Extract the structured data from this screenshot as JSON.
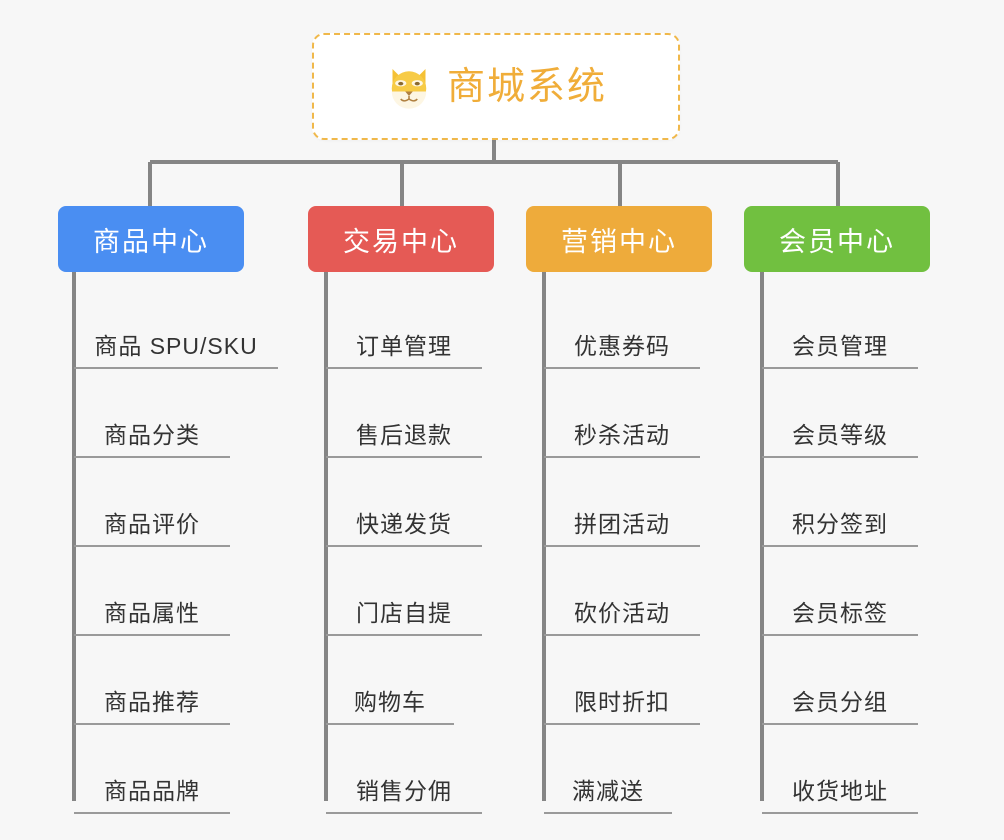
{
  "diagram": {
    "title": "商城系统",
    "root_icon": "dog-face-icon",
    "background_color": "#f7f7f7",
    "root": {
      "label": "商城系统",
      "text_color": "#f0ad39",
      "border_color": "#f0b84a",
      "fill_color": "#ffffff"
    },
    "connector_color": "#808080",
    "columns": [
      {
        "label": "商品中心",
        "color": "#4a8ef2",
        "items": [
          "商品 SPU/SKU",
          "商品分类",
          "商品评价",
          "商品属性",
          "商品推荐",
          "商品品牌"
        ]
      },
      {
        "label": "交易中心",
        "color": "#e55a55",
        "items": [
          "订单管理",
          "售后退款",
          "快递发货",
          "门店自提",
          "购物车",
          "销售分佣"
        ]
      },
      {
        "label": "营销中心",
        "color": "#eeab3b",
        "items": [
          "优惠券码",
          "秒杀活动",
          "拼团活动",
          "砍价活动",
          "限时折扣",
          "满减送"
        ]
      },
      {
        "label": "会员中心",
        "color": "#71c040",
        "items": [
          "会员管理",
          "会员等级",
          "积分签到",
          "会员标签",
          "会员分组",
          "收货地址"
        ]
      }
    ]
  }
}
